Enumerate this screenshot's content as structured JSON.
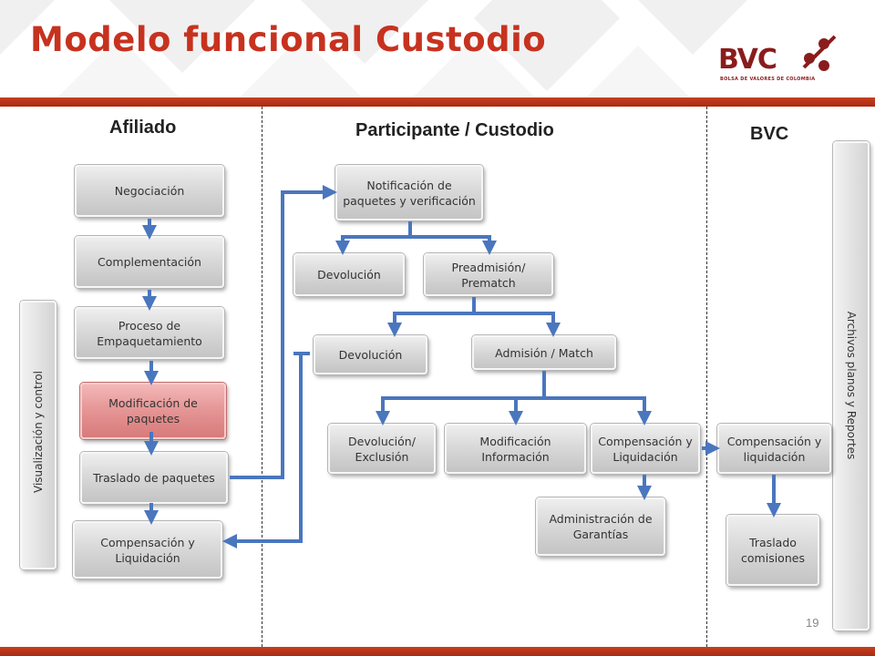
{
  "title": "Modelo funcional Custodio",
  "logo": {
    "name": "BVC",
    "subtitle": "BOLSA DE VALORES DE COLOMBIA"
  },
  "columns": {
    "afiliado": "Afiliado",
    "participante": "Participante / Custodio",
    "bvc": "BVC"
  },
  "side_bars": {
    "left": "Visualización y control",
    "right": "Archivos planos y Reportes"
  },
  "boxes": {
    "negociacion": "Negociación",
    "complementacion": "Complementación",
    "empaquetamiento": "Proceso de Empaquetamiento",
    "modificacion_paquetes": "Modificación de paquetes",
    "traslado_paquetes": "Traslado de paquetes",
    "compensacion_afiliado": "Compensación y Liquidación",
    "notificacion": "Notificación de paquetes y verificación",
    "devolucion_1": "Devolución",
    "preadmision": "Preadmisión/ Prematch",
    "devolucion_2": "Devolución",
    "admision": "Admisión / Match",
    "devolucion_exclusion": "Devolución/ Exclusión",
    "modificacion_informacion": "Modificación Información",
    "compensacion_participante": "Compensación y Liquidación",
    "administracion_garantias": "Administración de Garantías",
    "compensacion_bvc": "Compensación y liquidación",
    "traslado_comisiones": "Traslado comisiones"
  },
  "page_number": "19",
  "colors": {
    "title": "#c7321f",
    "arrow": "#4a76be",
    "highlight": "#e69797",
    "brand": "#8a1c1c"
  }
}
